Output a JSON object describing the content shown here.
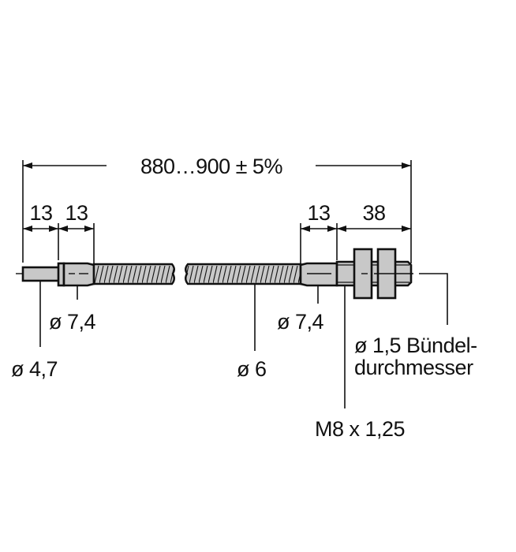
{
  "drawing": {
    "title": "Fiber optic cable dimension drawing",
    "colors": {
      "line": "#111111",
      "fill": "#c8c8c8",
      "background": "#ffffff"
    },
    "dimensions": {
      "overall_length": "880…900 ± 5%",
      "left_tip_length": "13",
      "left_sleeve_length": "13",
      "right_sleeve_length": "13",
      "thread_length": "38"
    },
    "callouts": {
      "left_tip_diameter": "ø 4,7",
      "left_sleeve_diameter": "ø 7,4",
      "cable_diameter": "ø 6",
      "right_sleeve_diameter": "ø 7,4",
      "bundle_diameter_line1": "ø 1,5 Bündel-",
      "bundle_diameter_line2": "durchmesser",
      "thread_spec": "M8 x 1,25"
    }
  }
}
